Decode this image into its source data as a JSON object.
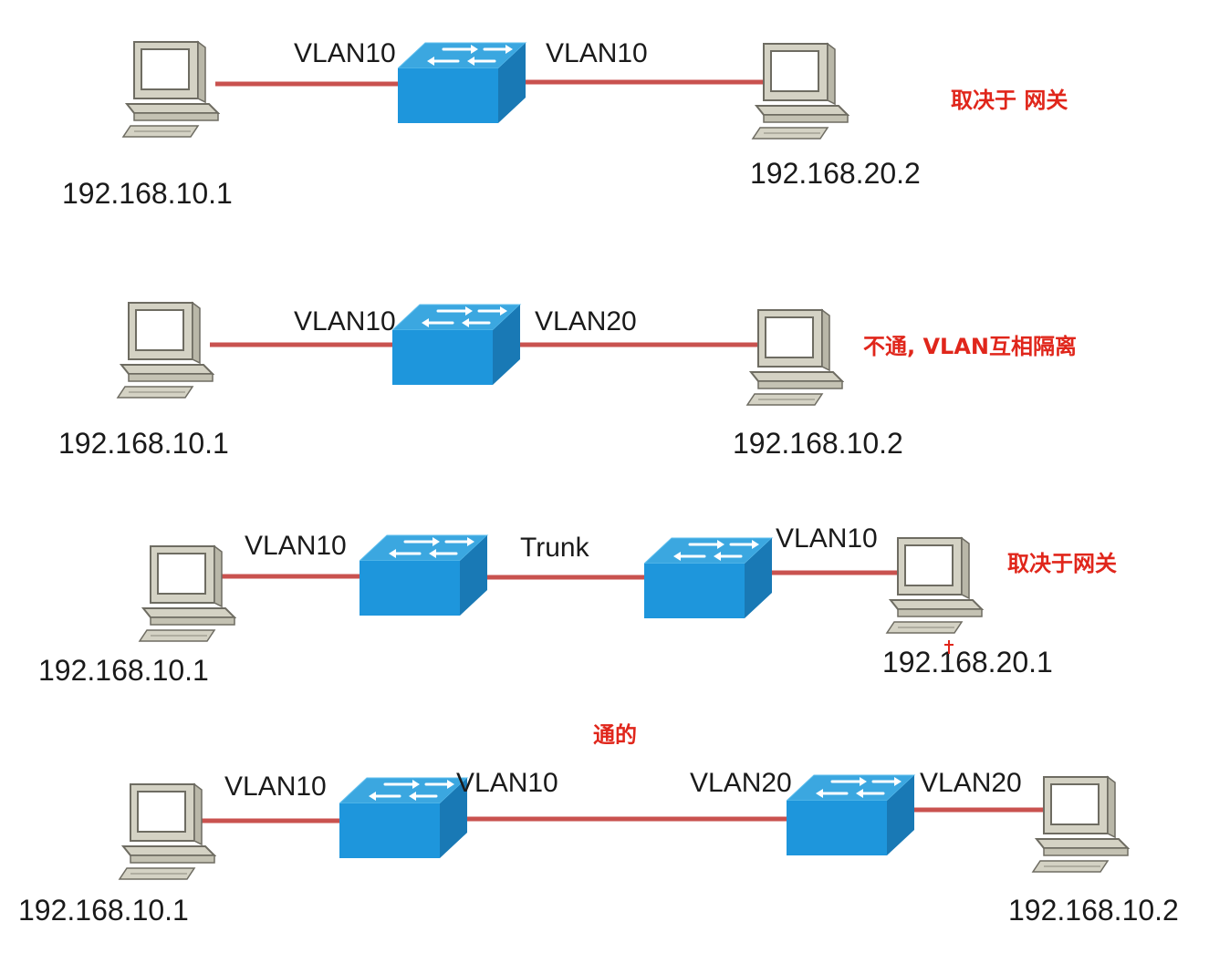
{
  "rows": [
    {
      "left_vlan": "VLAN10",
      "right_vlan": "VLAN10",
      "left_ip": "192.168.10.1",
      "right_ip": "192.168.20.2",
      "note": "取决于 网关"
    },
    {
      "left_vlan": "VLAN10",
      "right_vlan": "VLAN20",
      "left_ip": "192.168.10.1",
      "right_ip": "192.168.10.2",
      "note": "不通, VLAN互相隔离"
    },
    {
      "left_vlan": "VLAN10",
      "trunk": "Trunk",
      "right_vlan": "VLAN10",
      "left_ip": "192.168.10.1",
      "right_ip": "192.168.20.1",
      "note": "取决于网关"
    },
    {
      "note": "通的",
      "left_vlan": "VLAN10",
      "sw1_vlan": "VLAN10",
      "sw2_vlan": "VLAN20",
      "right_vlan": "VLAN20",
      "left_ip": "192.168.10.1",
      "right_ip": "192.168.10.2"
    }
  ],
  "colors": {
    "link": "#c9524f",
    "switch_top": "#3ba7e0",
    "switch_front": "#1e96dc",
    "switch_side": "#1979b5",
    "pc_body": "#d4d2c4",
    "note_text": "#e0261b"
  }
}
